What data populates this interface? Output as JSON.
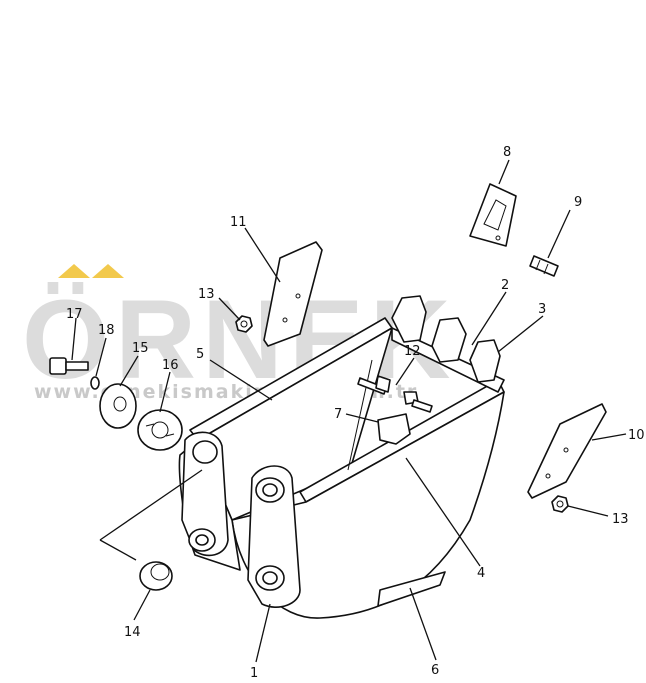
{
  "watermark": {
    "brand": "ÖRNEK",
    "url": "www.ornekismakinalari.com.tr",
    "accent_color": "#f2c94c"
  },
  "callouts": {
    "c1": "1",
    "c2": "2",
    "c3": "3",
    "c4": "4",
    "c5": "5",
    "c6": "6",
    "c7": "7",
    "c8": "8",
    "c9": "9",
    "c10": "10",
    "c11": "11",
    "c12": "12",
    "c13a": "13",
    "c13b": "13",
    "c14": "14",
    "c15": "15",
    "c16": "16",
    "c17": "17",
    "c18": "18"
  }
}
